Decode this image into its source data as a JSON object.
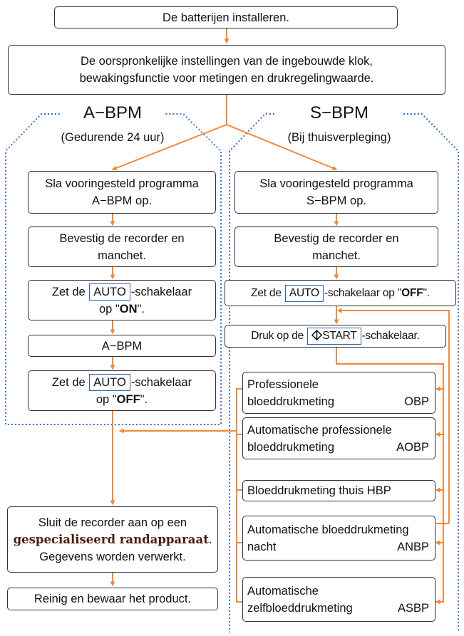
{
  "install_batteries": "De batterijen installeren.",
  "initial_settings": {
    "line1": "De oorspronkelijke instellingen van de ingebouwde klok,",
    "line2": "bewakingsfunctie voor metingen en drukregelingwaarde."
  },
  "abpm": {
    "title": "A−BPM",
    "subtitle": "(Gedurende 24 uur)",
    "save_program": {
      "line1": "Sla vooringesteld programma",
      "line2": "A−BPM op."
    },
    "attach_cuff": {
      "line1": "Bevestig de recorder en",
      "line2": "manchet."
    },
    "auto_on": {
      "pre": "Zet de",
      "key": "AUTO",
      "post": "-schakelaar",
      "line2_pre": "op \"",
      "state": "ON",
      "line2_post": "\"."
    },
    "measure": "A−BPM",
    "auto_off": {
      "pre": "Zet de",
      "key": "AUTO",
      "post": "-schakelaar",
      "line2_pre": "op \"",
      "state": "OFF",
      "line2_post": "\"."
    }
  },
  "sbpm": {
    "title": "S−BPM",
    "subtitle": "(Bij thuisverpleging)",
    "save_program": {
      "line1": "Sla vooringesteld programma",
      "line2": "S−BPM op."
    },
    "attach_cuff": {
      "line1": "Bevestig de recorder en",
      "line2": "manchet."
    },
    "auto_off": {
      "pre": "Zet de",
      "key": "AUTO",
      "post": "-schakelaar op \"",
      "state": "OFF",
      "end": "\"."
    },
    "start": {
      "pre": "Druk op de",
      "key": "START",
      "post": "-schakelaar."
    },
    "modes": [
      {
        "line1": "Professionele",
        "line2": "bloeddrukmeting",
        "code": "OBP"
      },
      {
        "line1": "Automatische professionele",
        "line2": "bloeddrukmeting",
        "code": "AOBP"
      },
      {
        "line1": "Bloeddrukmeting thuis",
        "code": "HBP"
      },
      {
        "line1": "Automatische bloeddrukmeting",
        "line2": "nacht",
        "code": "ANBP"
      },
      {
        "line1": "Automatische",
        "line2": "zelfbloeddrukmeting",
        "code": "ASBP"
      }
    ]
  },
  "connect": {
    "line1": "Sluit de recorder aan op een",
    "line2": "gespecialiseerd randapparaat",
    "line2_end": ".",
    "line3": "Gegevens worden verwerkt."
  },
  "clean_store": "Reinig en bewaar het product.",
  "colors": {
    "arrow": "#f0883a",
    "dotted_border": "#3c6cc4",
    "key_border": "#3b5fa8",
    "emphasis_text": "#4a1e0c"
  }
}
